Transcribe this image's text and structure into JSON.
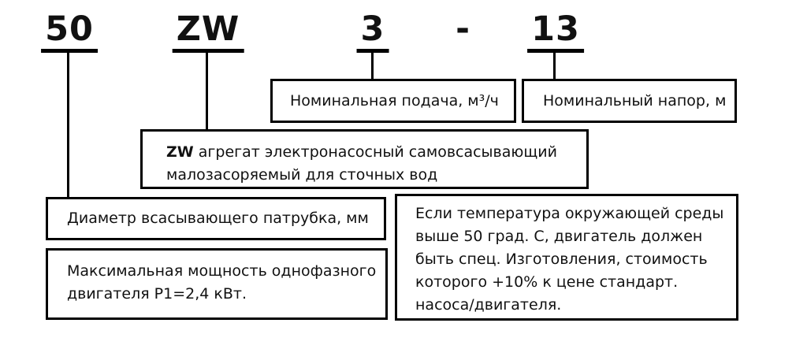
{
  "colors": {
    "background": "#ffffff",
    "text": "#111111",
    "border": "#000000"
  },
  "code": {
    "size": "50",
    "series": "ZW",
    "flow": "3",
    "separator": "-",
    "head": "13"
  },
  "boxes": {
    "flow": {
      "text": "Номинальная подача, м³/ч"
    },
    "head": {
      "text": "Номинальный напор, м"
    },
    "series": {
      "prefix": "ZW",
      "line1": " агрегат электронасосный самовсасывающий",
      "line2": "малозасоряемый для сточных вод"
    },
    "diameter": {
      "text": "Диаметр всасывающего патрубка, мм"
    },
    "power": {
      "lines": [
        "Максимальная мощность однофазного",
        "двигателя P1=2,4 кВт."
      ]
    },
    "temperature": {
      "lines": [
        "Если температура окружающей среды",
        "выше 50 град. С, двигатель должен",
        "быть спец. Изготовления, стоимость",
        "которого +10% к цене стандарт.",
        "насоса/двигателя."
      ]
    }
  }
}
